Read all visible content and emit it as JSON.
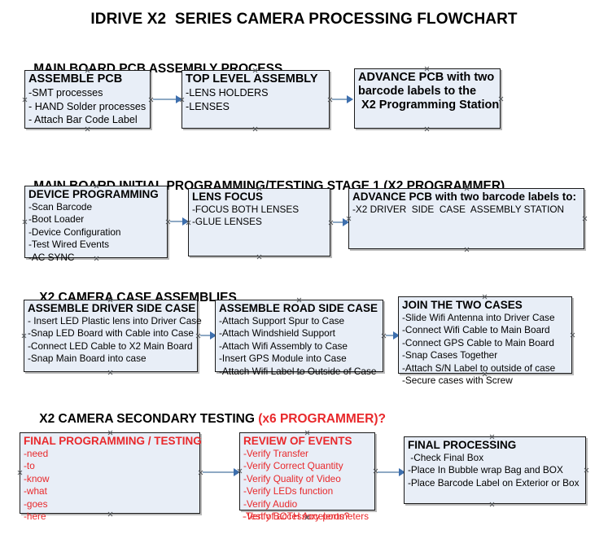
{
  "document": {
    "title": "IDRIVE X2  SERIES CAMERA PROCESSING FLOWCHART"
  },
  "colors": {
    "box_fill": "#e8eef7",
    "box_border": "#1a1a1a",
    "connector": "#8ea9c4",
    "arrow_head": "#3d6fae",
    "accent_red": "#e8282b",
    "text": "#000000"
  },
  "sections": [
    {
      "id": "main-board-pcb-assembly",
      "title": "MAIN BOARD PCB ASSEMBLY PROCESS",
      "title_accent": "",
      "boxes": [
        {
          "id": "assemble-pcb",
          "head": "ASSEMBLE PCB",
          "lines": [
            "-SMT processes",
            "- HAND Solder processes",
            "- Attach Bar Code Label"
          ]
        },
        {
          "id": "top-level-assembly",
          "head": "TOP LEVEL ASSEMBLY",
          "lines": [
            "-LENS HOLDERS",
            "-LENSES"
          ]
        },
        {
          "id": "advance-pcb-programming-station",
          "head": "ADVANCE PCB with two",
          "lines": [
            "barcode labels to the",
            " X2 Programming Station"
          ]
        }
      ]
    },
    {
      "id": "main-board-initial-programming",
      "title": "MAIN BOARD INITIAL PROGRAMMING/TESTING STAGE 1 (X2 PROGRAMMER)",
      "title_accent": "",
      "boxes": [
        {
          "id": "device-programming",
          "head": "DEVICE PROGRAMMING",
          "lines": [
            "-Scan Barcode",
            "-Boot Loader",
            "-Device Configuration",
            "-Test Wired Events",
            "-AC SYNC"
          ]
        },
        {
          "id": "lens-focus",
          "head": "LENS FOCUS",
          "lines": [
            "-FOCUS BOTH LENSES",
            "-GLUE LENSES"
          ]
        },
        {
          "id": "advance-pcb-driver-side-station",
          "head": "ADVANCE PCB with two barcode labels to:",
          "lines": [
            "-X2 DRIVER  SIDE  CASE  ASSEMBLY STATION"
          ]
        }
      ]
    },
    {
      "id": "x2-camera-case-assemblies",
      "title": "X2 CAMERA CASE ASSEMBLIES",
      "title_accent": "",
      "boxes": [
        {
          "id": "assemble-driver-side-case",
          "head": "ASSEMBLE DRIVER SIDE CASE",
          "lines": [
            "- Insert LED Plastic lens into Driver Case",
            "-Snap LED Board with Cable into Case",
            "-Connect LED Cable to X2 Main Board",
            "-Snap Main Board into case"
          ]
        },
        {
          "id": "assemble-road-side-case",
          "head": "ASSEMBLE ROAD SIDE CASE",
          "lines": [
            "-Attach Support Spur to Case",
            "-Attach Windshield Support",
            "-Attach Wifi Assembly to Case",
            "-Insert GPS Module into Case",
            "-Attach Wifi Label to Outside of Case"
          ]
        },
        {
          "id": "join-the-two-cases",
          "head": "JOIN THE TWO CASES",
          "lines": [
            "-Slide Wifi Antenna into Driver Case",
            "-Connect Wifi Cable to Main Board",
            "-Connect GPS Cable to Main Board",
            "-Snap Cases Together",
            "-Attach S/N Label to outside of case",
            "-Secure cases with Screw"
          ]
        }
      ]
    },
    {
      "id": "x2-camera-secondary-testing",
      "title": "X2 CAMERA SECONDARY TESTING ",
      "title_accent": "(x6 PROGRAMMER)?",
      "boxes": [
        {
          "id": "final-programming-testing",
          "head": "FINAL PROGRAMMING / TESTING",
          "lines": [
            "-need",
            "-to",
            "-know",
            "-what",
            "-goes",
            "-here"
          ]
        },
        {
          "id": "review-of-events",
          "head": "REVIEW OF EVENTS",
          "lines": [
            "-Verify Transfer",
            "-Verify Correct Quantity",
            "-Verify Quality of Video",
            "-Verify LEDs function",
            "-Verify Audio",
            "-Verify BOTH Accelerometers"
          ],
          "overflow_line": "-Test of accessory ports?"
        },
        {
          "id": "final-processing",
          "head": "FINAL PROCESSING",
          "lines": [
            " -Check Final Box",
            "-Place In Bubble wrap Bag and BOX",
            "-Place Barcode Label on Exterior or Box"
          ]
        }
      ]
    }
  ]
}
